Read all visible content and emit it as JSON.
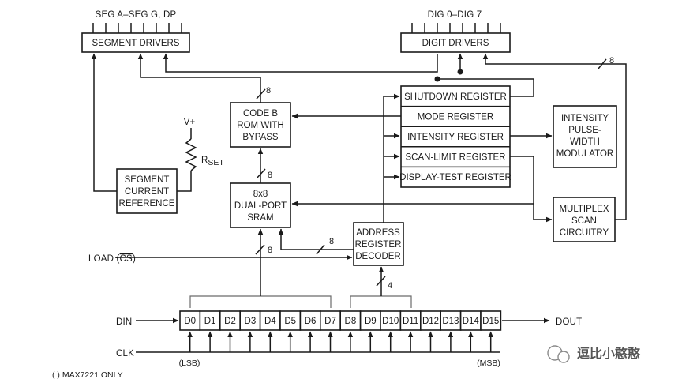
{
  "blocks": {
    "segment_drivers": "SEGMENT DRIVERS",
    "digit_drivers": "DIGIT DRIVERS",
    "code_b_rom": [
      "CODE B",
      "ROM WITH",
      "BYPASS"
    ],
    "sram": [
      "8x8",
      "DUAL-PORT",
      "SRAM"
    ],
    "segment_current_reference": [
      "SEGMENT",
      "CURRENT",
      "REFERENCE"
    ],
    "address_decoder": [
      "ADDRESS",
      "REGISTER",
      "DECODER"
    ],
    "intensity_pwm": [
      "INTENSITY",
      "PULSE-",
      "WIDTH",
      "MODULATOR"
    ],
    "multiplex_scan": [
      "MULTIPLEX",
      "SCAN",
      "CIRCUITRY"
    ],
    "registers": [
      "SHUTDOWN REGISTER",
      "MODE REGISTER",
      "INTENSITY REGISTER",
      "SCAN-LIMIT REGISTER",
      "DISPLAY-TEST REGISTER"
    ]
  },
  "pins": {
    "seg": "SEG A–SEG G, DP",
    "dig": "DIG 0–DIG 7",
    "vplus": "V+",
    "rset_main": "R",
    "rset_sub": "SET",
    "load": "LOAD (",
    "load_cs": "CS",
    "load_close": ")",
    "din": "DIN",
    "clk": "CLK",
    "dout": "DOUT"
  },
  "bus_widths": {
    "rom_top": "8",
    "rom_sram": "8",
    "digit_bus": "8",
    "decoder_sram": "8",
    "sram_shift": "8",
    "shift_decoder": "4"
  },
  "shift_register": [
    "D0",
    "D1",
    "D2",
    "D3",
    "D4",
    "D5",
    "D6",
    "D7",
    "D8",
    "D9",
    "D10",
    "D11",
    "D12",
    "D13",
    "D14",
    "D15"
  ],
  "lsb": "(LSB)",
  "msb": "(MSB)",
  "footnote": "( ) MAX7221 ONLY",
  "watermark": "逗比小憨憨"
}
